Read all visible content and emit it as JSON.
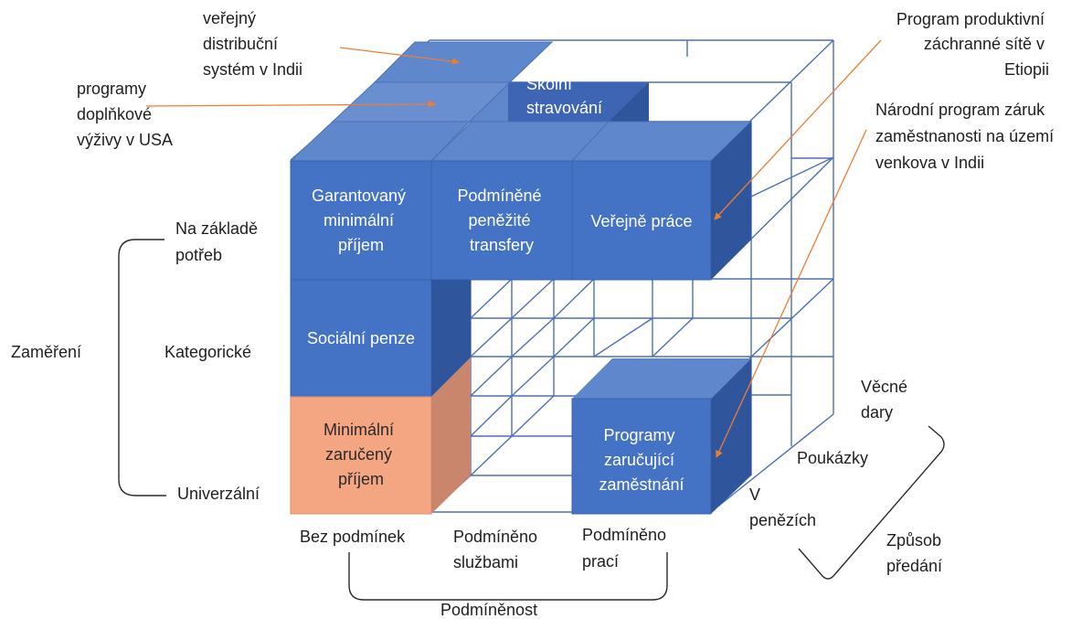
{
  "axes": {
    "vertical": {
      "title": "Zaměření",
      "levels": [
        "Na základě",
        "potřeb",
        "Kategorické",
        "Univerzální"
      ]
    },
    "horizontal": {
      "title": "Podmíněnost",
      "levels": [
        "Bez podmínek",
        "Podmíněno",
        "službami",
        "Podmíněno",
        "prací"
      ]
    },
    "depth": {
      "title": [
        "Způsob",
        "předání"
      ],
      "levels": [
        "Věcné",
        "dary",
        "Poukázky",
        "V",
        "penězích"
      ]
    }
  },
  "boxes": {
    "garantovany": [
      "Garantovaný",
      "minimální",
      "příjem"
    ],
    "podminene": [
      "Podmíněné",
      "peněžité",
      "transfery"
    ],
    "verejne": [
      "Veřejně práce"
    ],
    "socialni": [
      "Sociální penze"
    ],
    "minimalni": [
      "Minimální",
      "zaručený",
      "příjem"
    ],
    "programy": [
      "Programy",
      "zaručující",
      "zaměstnání"
    ],
    "skolni": [
      "Školní",
      "stravování"
    ]
  },
  "annotations": {
    "indie_distribucni": [
      "veřejný",
      "distribuční",
      "systém v Indii"
    ],
    "usa": [
      "programy",
      "doplňkové",
      "výživy v USA"
    ],
    "etiopie": [
      "Program produktivní",
      "záchranné sítě v",
      "Etiopii"
    ],
    "indie_zaruky": [
      "Národní program záruk",
      "zaměstnanosti na území",
      "venkova v Indii"
    ]
  },
  "colors": {
    "front": "#4472c4",
    "top": "#5f87cc",
    "side": "#2f559c",
    "orange_front": "#f4a582",
    "orange_side": "#c9866c",
    "wire": "#4c6fb8",
    "arrow": "#ed7d31",
    "text": "#1f1f1f"
  }
}
